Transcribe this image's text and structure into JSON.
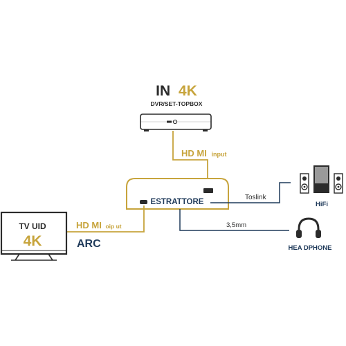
{
  "source": {
    "title_prefix": "IN",
    "title_highlight": "4K",
    "subtitle": "DVR/SET-TOPBOX"
  },
  "links": {
    "hdmi_input_main": "HD MI",
    "hdmi_input_suffix": "input",
    "hdmi_output_main": "HD MI",
    "hdmi_output_suffix": "oip ut",
    "arc": "ARC",
    "toslink": "Toslink",
    "jack": "3,5mm"
  },
  "extractor": {
    "label": "ESTRATTORE"
  },
  "tv": {
    "label": "TV UID",
    "resolution": "4K"
  },
  "hifi": {
    "label": "HiFi"
  },
  "headphone": {
    "label": "HEA DPHONE"
  },
  "colors": {
    "gold": "#c7a43c",
    "navy": "#1f3a5a",
    "dark": "#2b2b2b"
  }
}
